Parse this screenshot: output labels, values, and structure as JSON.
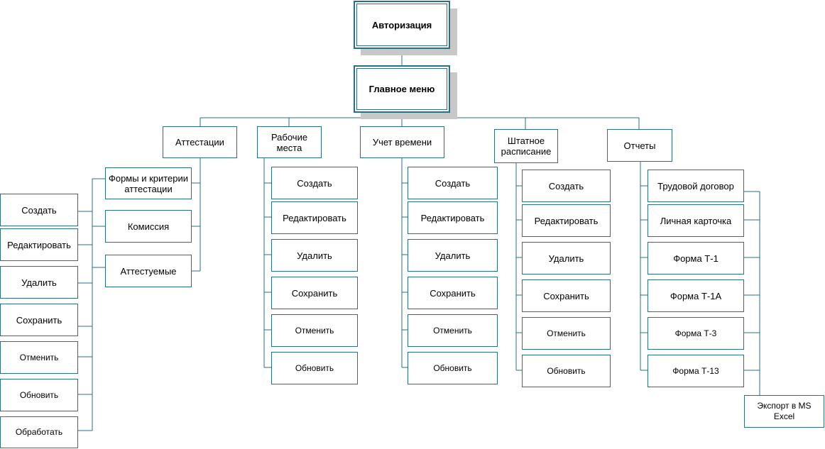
{
  "top": {
    "auth": "Авторизация",
    "main_menu": "Главное меню"
  },
  "branches": {
    "attestations": {
      "label": "Аттестации",
      "sub": [
        "Формы и критерии аттестации",
        "Комиссия",
        "Аттестуемые"
      ],
      "actions": [
        "Создать",
        "Редактировать",
        "Удалить",
        "Сохранить",
        "Отменить",
        "Обновить",
        "Обработать"
      ]
    },
    "workplaces": {
      "label": "Рабочие места",
      "actions": [
        "Создать",
        "Редактировать",
        "Удалить",
        "Сохранить",
        "Отменить",
        "Обновить"
      ]
    },
    "time": {
      "label": "Учет времени",
      "actions": [
        "Создать",
        "Редактировать",
        "Удалить",
        "Сохранить",
        "Отменить",
        "Обновить"
      ]
    },
    "staff": {
      "label": "Штатное расписание",
      "actions": [
        "Создать",
        "Редактировать",
        "Удалить",
        "Сохранить",
        "Отменить",
        "Обновить"
      ]
    },
    "reports": {
      "label": "Отчеты",
      "items": [
        "Трудовой договор",
        "Личная карточка",
        "Форма Т-1",
        "Форма Т-1А",
        "Форма Т-3",
        "Форма Т-13"
      ],
      "export": "Экспорт в MS Excel"
    }
  }
}
